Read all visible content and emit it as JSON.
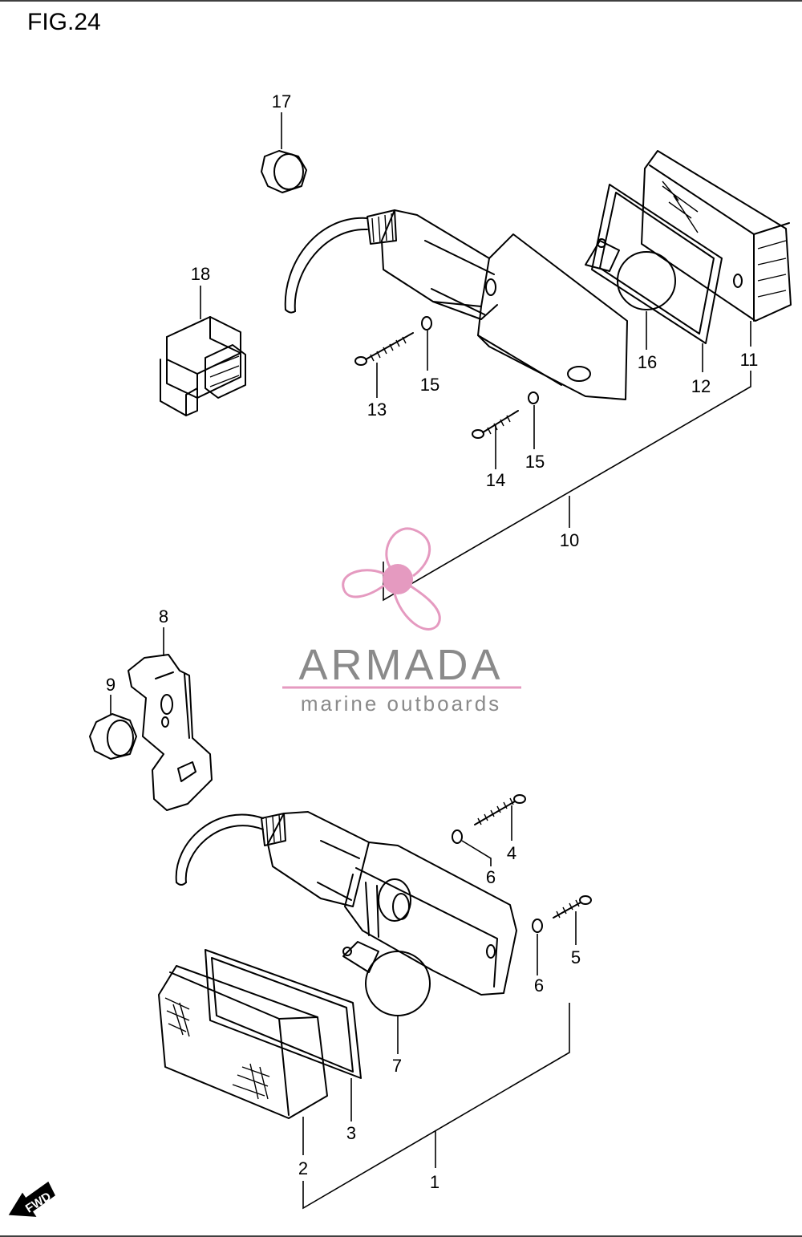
{
  "figure": {
    "title": "FIG.24"
  },
  "watermark": {
    "brand": "ARMADA",
    "tagline": "marine outboards",
    "accent_color": "#e59ac0",
    "text_color": "#8a8a8a"
  },
  "direction_marker": {
    "label": "FWD"
  },
  "callouts": [
    {
      "id": "1",
      "label": "1"
    },
    {
      "id": "2",
      "label": "2"
    },
    {
      "id": "3",
      "label": "3"
    },
    {
      "id": "4",
      "label": "4"
    },
    {
      "id": "5",
      "label": "5"
    },
    {
      "id": "6a",
      "label": "6"
    },
    {
      "id": "6b",
      "label": "6"
    },
    {
      "id": "7",
      "label": "7"
    },
    {
      "id": "8",
      "label": "8"
    },
    {
      "id": "9",
      "label": "9"
    },
    {
      "id": "10",
      "label": "10"
    },
    {
      "id": "11",
      "label": "11"
    },
    {
      "id": "12",
      "label": "12"
    },
    {
      "id": "13",
      "label": "13"
    },
    {
      "id": "14",
      "label": "14"
    },
    {
      "id": "15a",
      "label": "15"
    },
    {
      "id": "15b",
      "label": "15"
    },
    {
      "id": "16",
      "label": "16"
    },
    {
      "id": "17",
      "label": "17"
    },
    {
      "id": "18",
      "label": "18"
    }
  ]
}
